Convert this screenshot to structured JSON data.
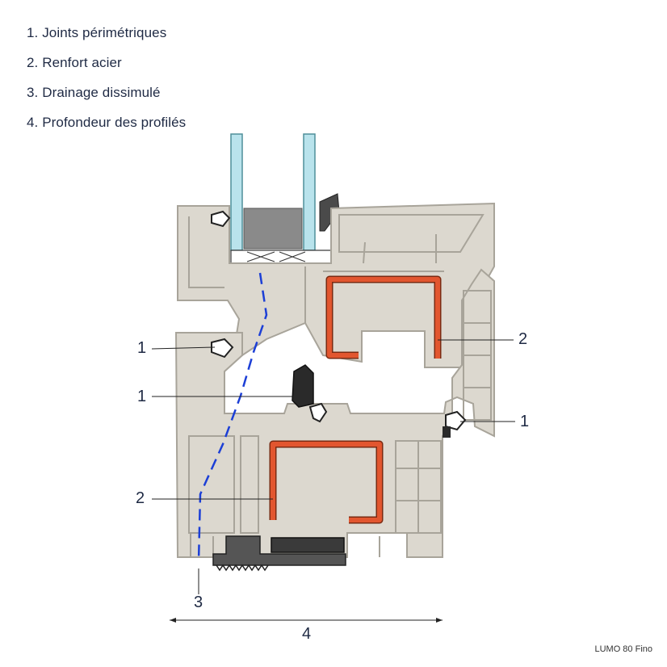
{
  "legend": {
    "items": [
      "1. Joints périmétriques",
      "2. Renfort acier",
      "3. Drainage dissimulé",
      "4. Profondeur des profilés"
    ]
  },
  "callouts": {
    "joint_a": "1",
    "joint_b": "1",
    "joint_c": "1",
    "steel_upper": "2",
    "steel_lower": "2",
    "drainage": "3",
    "depth": "4"
  },
  "caption": "LUMO 80 Fino",
  "colors": {
    "pvc": "#dcd8cf",
    "pvc_edge": "#a8a49a",
    "steel": "#e2562f",
    "glass": "#b9e3ec",
    "drain": "#1c3fd6",
    "gasket": "#2a2a2a",
    "text": "#1f2a44"
  }
}
